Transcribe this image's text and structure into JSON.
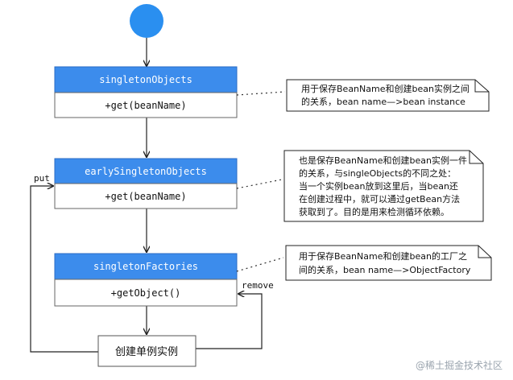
{
  "nodes": {
    "singleton_objects": {
      "title": "singletonObjects",
      "method": "+get(beanName)"
    },
    "early_singleton_objects": {
      "title": "earlySingletonObjects",
      "method": "+get(beanName)"
    },
    "singleton_factories": {
      "title": "singletonFactories",
      "method": "+getObject()"
    },
    "create_instance": {
      "label": "创建单例实例"
    }
  },
  "edge_labels": {
    "put": "put",
    "remove": "remove"
  },
  "notes": {
    "note1": [
      "用于保存BeanName和创建bean实例之间",
      "的关系，bean name—>bean instance"
    ],
    "note2": [
      "也是保存BeanName和创建bean实例一件",
      "的关系，与singleObjects的不同之处：",
      "当一个实例bean放到这里后，当bean还",
      "在创建过程中，就可以通过getBean方法",
      "获取到了。目的是用来检测循环依赖。"
    ],
    "note3": [
      "用于保存BeanName和创建bean的工厂之",
      "间的关系，bean name—>ObjectFactory"
    ]
  },
  "watermark": "@稀土掘金技术社区",
  "colors": {
    "header_fill": "#3c8cec",
    "header_border": "#2a6bc4",
    "start_fill": "#2a8ff0",
    "body_fill": "#ffffff",
    "line": "#222222"
  }
}
